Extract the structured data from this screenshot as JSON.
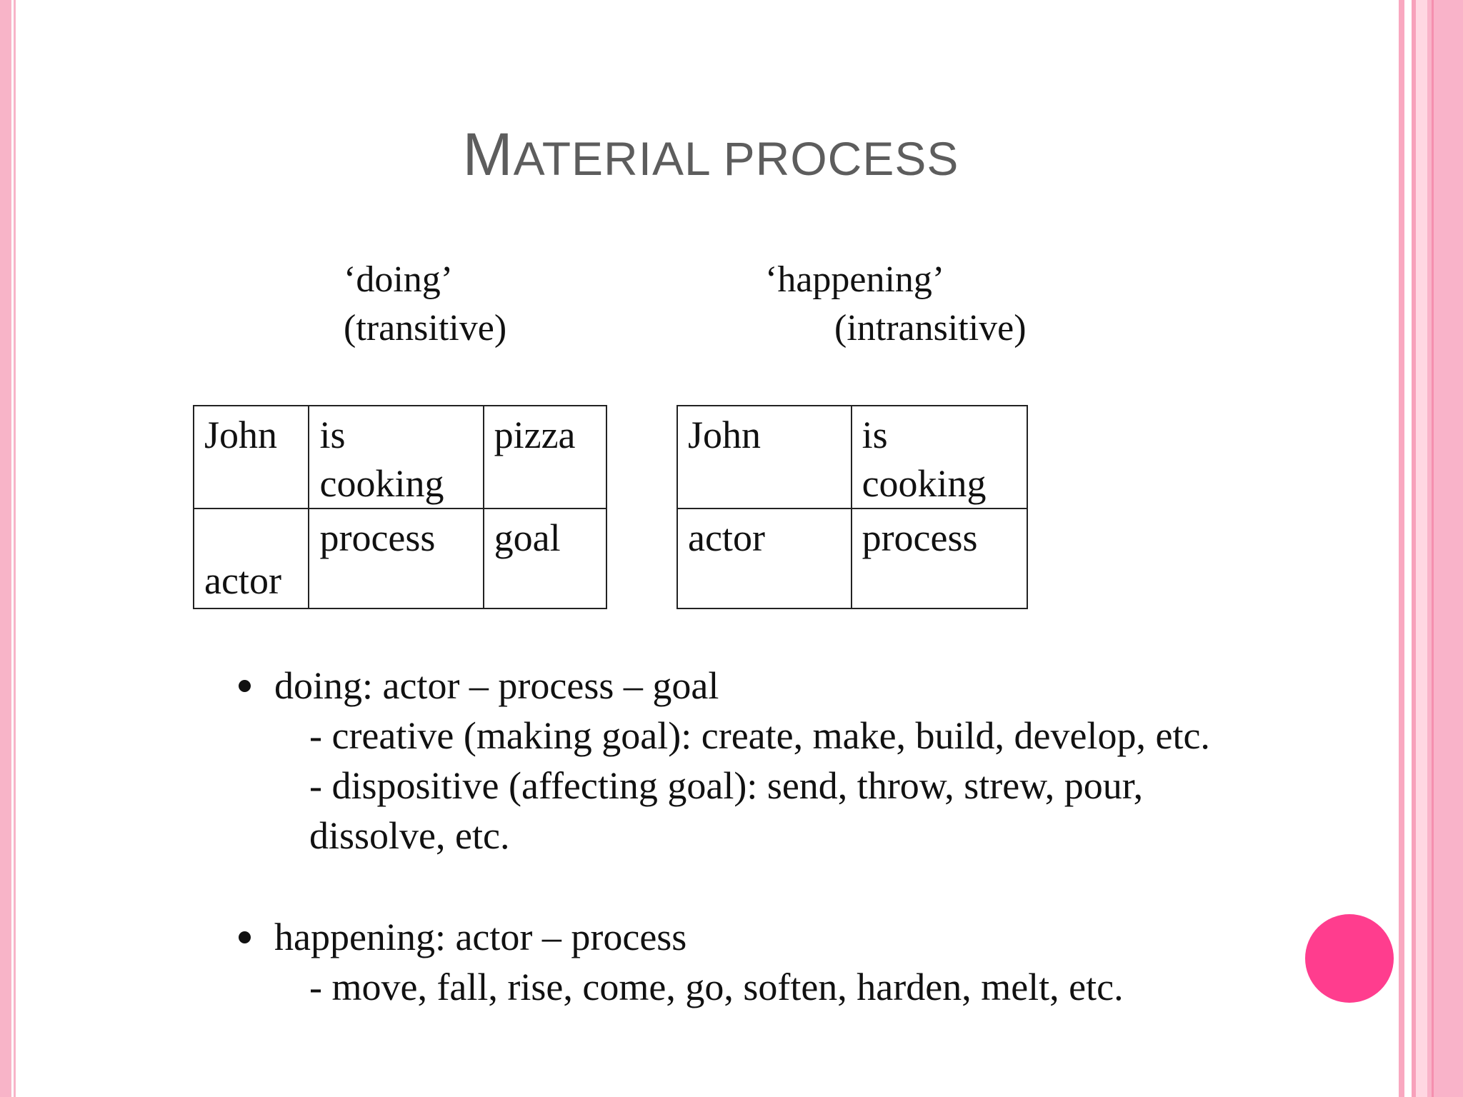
{
  "title": {
    "first_letter": "M",
    "rest": "ATERIAL PROCESS"
  },
  "columns": {
    "doing": {
      "line1": "‘doing’",
      "line2": "(transitive)"
    },
    "happening": {
      "line1": "‘happening’",
      "line2": "(intransitive)"
    }
  },
  "table_transitive": {
    "row1": [
      "John",
      "is cooking",
      "pizza"
    ],
    "row2": [
      "actor",
      "process",
      "goal"
    ]
  },
  "table_intransitive": {
    "row1": [
      "John",
      "is cooking"
    ],
    "row2": [
      "actor",
      "process"
    ]
  },
  "bullets": {
    "doing": {
      "head": "doing: actor – process – goal",
      "sub1": "- creative (making goal): create, make, build, develop, etc.",
      "sub2": "- dispositive (affecting goal): send, throw, strew, pour,",
      "sub3": "dissolve, etc."
    },
    "happening": {
      "head": "happening: actor – process",
      "sub1": "- move, fall, rise, come, go, soften, harden, melt, etc."
    }
  },
  "colors": {
    "accent_pink": "#ff3d8e",
    "border_pink": "#f9b3c9",
    "title_gray": "#5d5d5d"
  }
}
